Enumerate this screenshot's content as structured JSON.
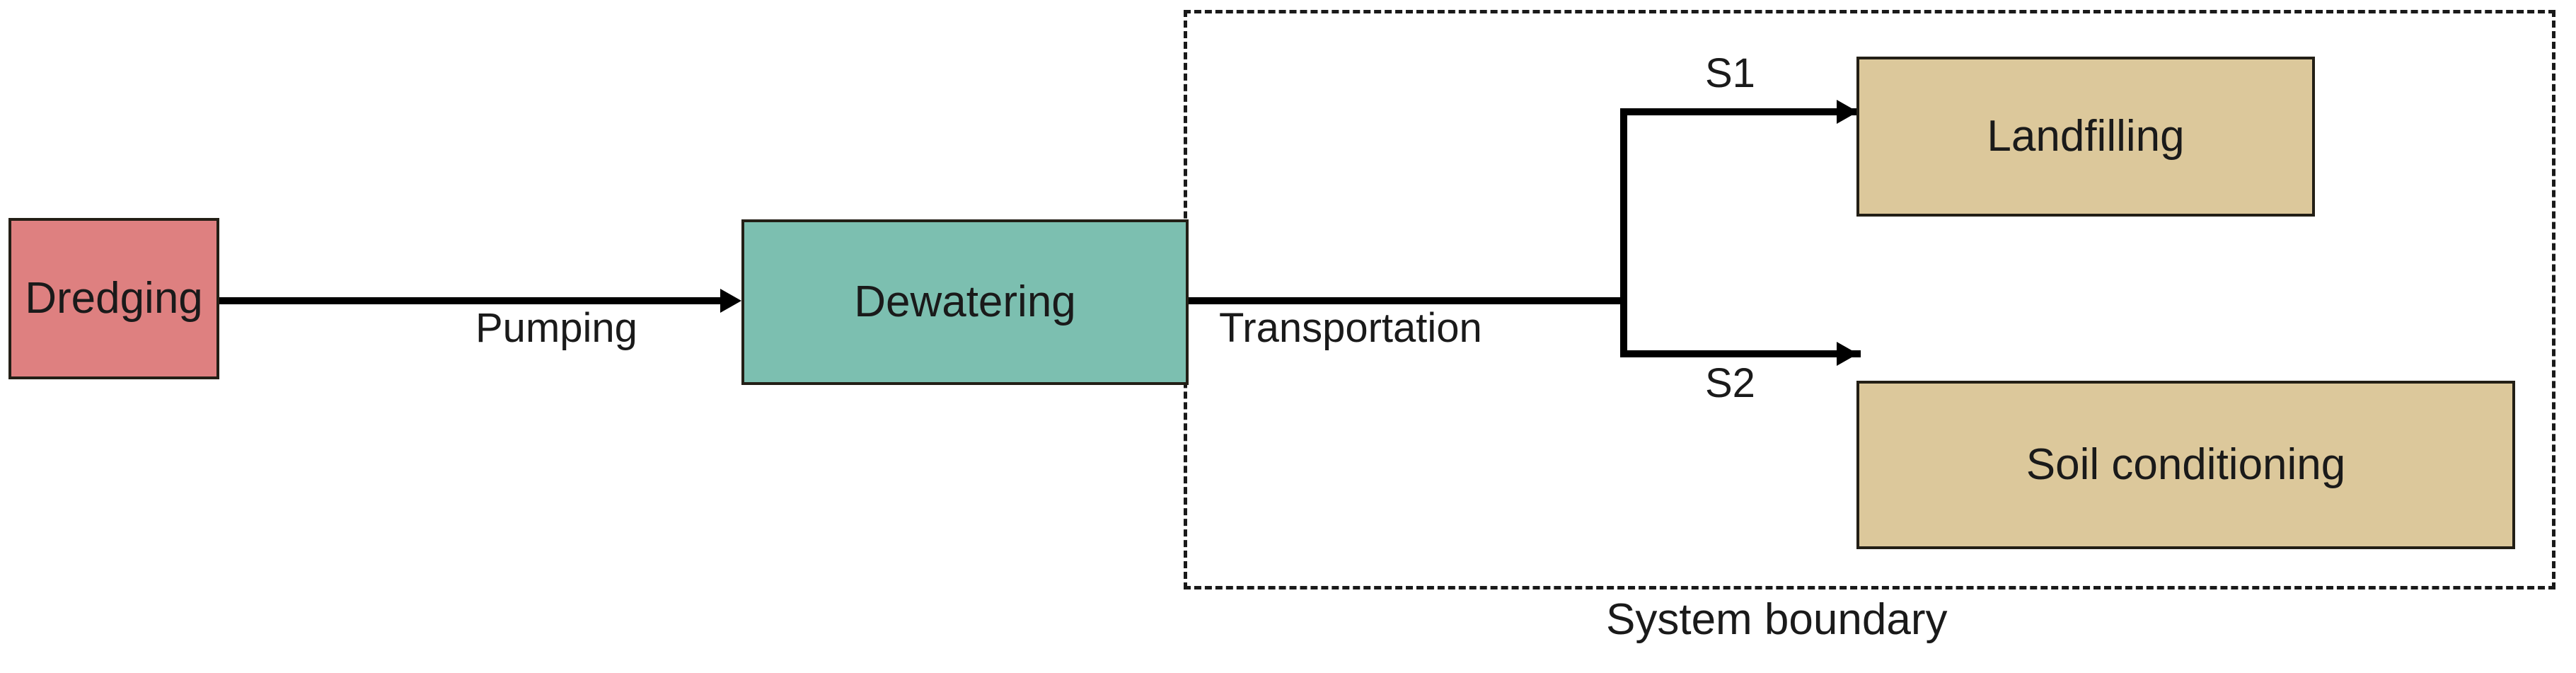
{
  "diagram": {
    "title_text_visible": false,
    "colors": {
      "dredging_fill": "#de8080",
      "dewatering_fill": "#7cbfb0",
      "disposal_fill": "#dcc89b",
      "stroke": "#231f16",
      "connector": "#000000",
      "boundary": "#1a1a1a",
      "background": "#ffffff"
    },
    "nodes": [
      {
        "id": "dredging",
        "label": "Dredging"
      },
      {
        "id": "dewatering",
        "label": "Dewatering"
      },
      {
        "id": "landfilling",
        "label": "Landfilling"
      },
      {
        "id": "soil_conditioning",
        "label": "Soil conditioning"
      }
    ],
    "edges": [
      {
        "id": "pumping",
        "label": "Pumping",
        "from": "dredging",
        "to": "dewatering"
      },
      {
        "id": "transportation",
        "label": "Transportation",
        "from": "dewatering",
        "to": "split"
      },
      {
        "id": "s1",
        "label": "S1",
        "from": "split",
        "to": "landfilling"
      },
      {
        "id": "s2",
        "label": "S2",
        "from": "split",
        "to": "soil_conditioning"
      }
    ],
    "boundary": {
      "label": "System boundary",
      "style": "dashed"
    }
  }
}
